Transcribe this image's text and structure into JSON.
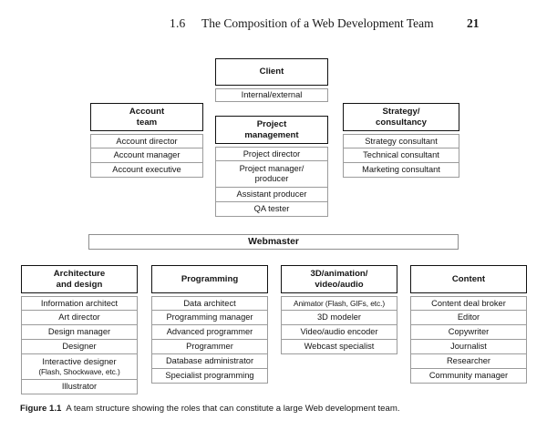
{
  "running_head": {
    "section_number": "1.6",
    "title": "The Composition of a Web Development Team",
    "page_number": "21"
  },
  "figure": {
    "caption_label": "Figure 1.1",
    "caption_text": "A team structure showing the roles that can constitute a large Web development team."
  },
  "colors": {
    "header_border": "#111111",
    "cell_border": "#9b9b9b",
    "background": "#ffffff",
    "text": "#151515"
  },
  "diagram": {
    "webmaster": {
      "label": "Webmaster"
    },
    "groups": [
      {
        "id": "client",
        "header": [
          "Client"
        ],
        "roles": [
          "Internal/external"
        ]
      },
      {
        "id": "account-team",
        "header": [
          "Account",
          "team"
        ],
        "roles": [
          "Account director",
          "Account manager",
          "Account executive"
        ]
      },
      {
        "id": "project-management",
        "header": [
          "Project",
          "management"
        ],
        "roles": [
          "Project director",
          "Project manager/ producer",
          "Assistant producer",
          "QA tester"
        ]
      },
      {
        "id": "strategy-consultancy",
        "header": [
          "Strategy/",
          "consultancy"
        ],
        "roles": [
          "Strategy consultant",
          "Technical consultant",
          "Marketing consultant"
        ]
      },
      {
        "id": "architecture-and-design",
        "header": [
          "Architecture",
          "and design"
        ],
        "roles": [
          "Information architect",
          "Art director",
          "Design manager",
          "Designer",
          "Interactive designer (Flash, Shockwave, etc.)",
          "Illustrator"
        ]
      },
      {
        "id": "programming",
        "header": [
          "Programming"
        ],
        "roles": [
          "Data architect",
          "Programming manager",
          "Advanced programmer",
          "Programmer",
          "Database administrator",
          "Specialist programming"
        ]
      },
      {
        "id": "3d-animation-video-audio",
        "header": [
          "3D/animation/",
          "video/audio"
        ],
        "roles": [
          "Animator (Flash, GIFs, etc.)",
          "3D modeler",
          "Video/audio encoder",
          "Webcast specialist"
        ]
      },
      {
        "id": "content",
        "header": [
          "Content"
        ],
        "roles": [
          "Content deal broker",
          "Editor",
          "Copywriter",
          "Journalist",
          "Researcher",
          "Community manager"
        ]
      }
    ]
  },
  "cells": {
    "client_0": "Internal/external",
    "account_0": "Account director",
    "account_1": "Account manager",
    "account_2": "Account executive",
    "pm_0": "Project director",
    "pm_1a": "Project manager/",
    "pm_1b": "producer",
    "pm_2": "Assistant producer",
    "pm_3": "QA tester",
    "strat_0": "Strategy consultant",
    "strat_1": "Technical consultant",
    "strat_2": "Marketing consultant",
    "arch_0": "Information architect",
    "arch_1": "Art director",
    "arch_2": "Design manager",
    "arch_3": "Designer",
    "arch_4a": "Interactive designer",
    "arch_4b": "(Flash, Shockwave, etc.)",
    "arch_5": "Illustrator",
    "prog_0": "Data architect",
    "prog_1": "Programming manager",
    "prog_2": "Advanced programmer",
    "prog_3": "Programmer",
    "prog_4": "Database administrator",
    "prog_5": "Specialist programming",
    "three_d_0": "Animator (Flash, GIFs, etc.)",
    "three_d_1": "3D modeler",
    "three_d_2": "Video/audio encoder",
    "three_d_3": "Webcast specialist",
    "content_0": "Content deal broker",
    "content_1": "Editor",
    "content_2": "Copywriter",
    "content_3": "Journalist",
    "content_4": "Researcher",
    "content_5": "Community manager"
  },
  "headers": {
    "client": "Client",
    "account_l1": "Account",
    "account_l2": "team",
    "pm_l1": "Project",
    "pm_l2": "management",
    "strat_l1": "Strategy/",
    "strat_l2": "consultancy",
    "arch_l1": "Architecture",
    "arch_l2": "and design",
    "prog": "Programming",
    "three_d_l1": "3D/animation/",
    "three_d_l2": "video/audio",
    "content": "Content",
    "webmaster": "Webmaster"
  }
}
